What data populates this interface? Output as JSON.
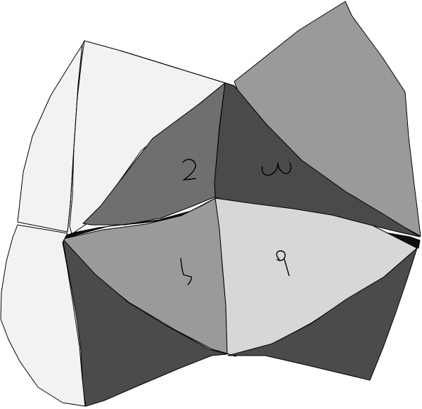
{
  "colors": {
    "white": "#f2f2f2",
    "light_gray": "#d7d7d7",
    "mid_gray": "#9a9a9a",
    "dark_gray": "#6f6f6f",
    "darker_gray": "#4b4b4b",
    "black": "#0d0d0d",
    "outline": "#000000"
  },
  "labels": {
    "face_2": "2",
    "face_3": "3",
    "face_7": "7",
    "face_9": "9"
  }
}
